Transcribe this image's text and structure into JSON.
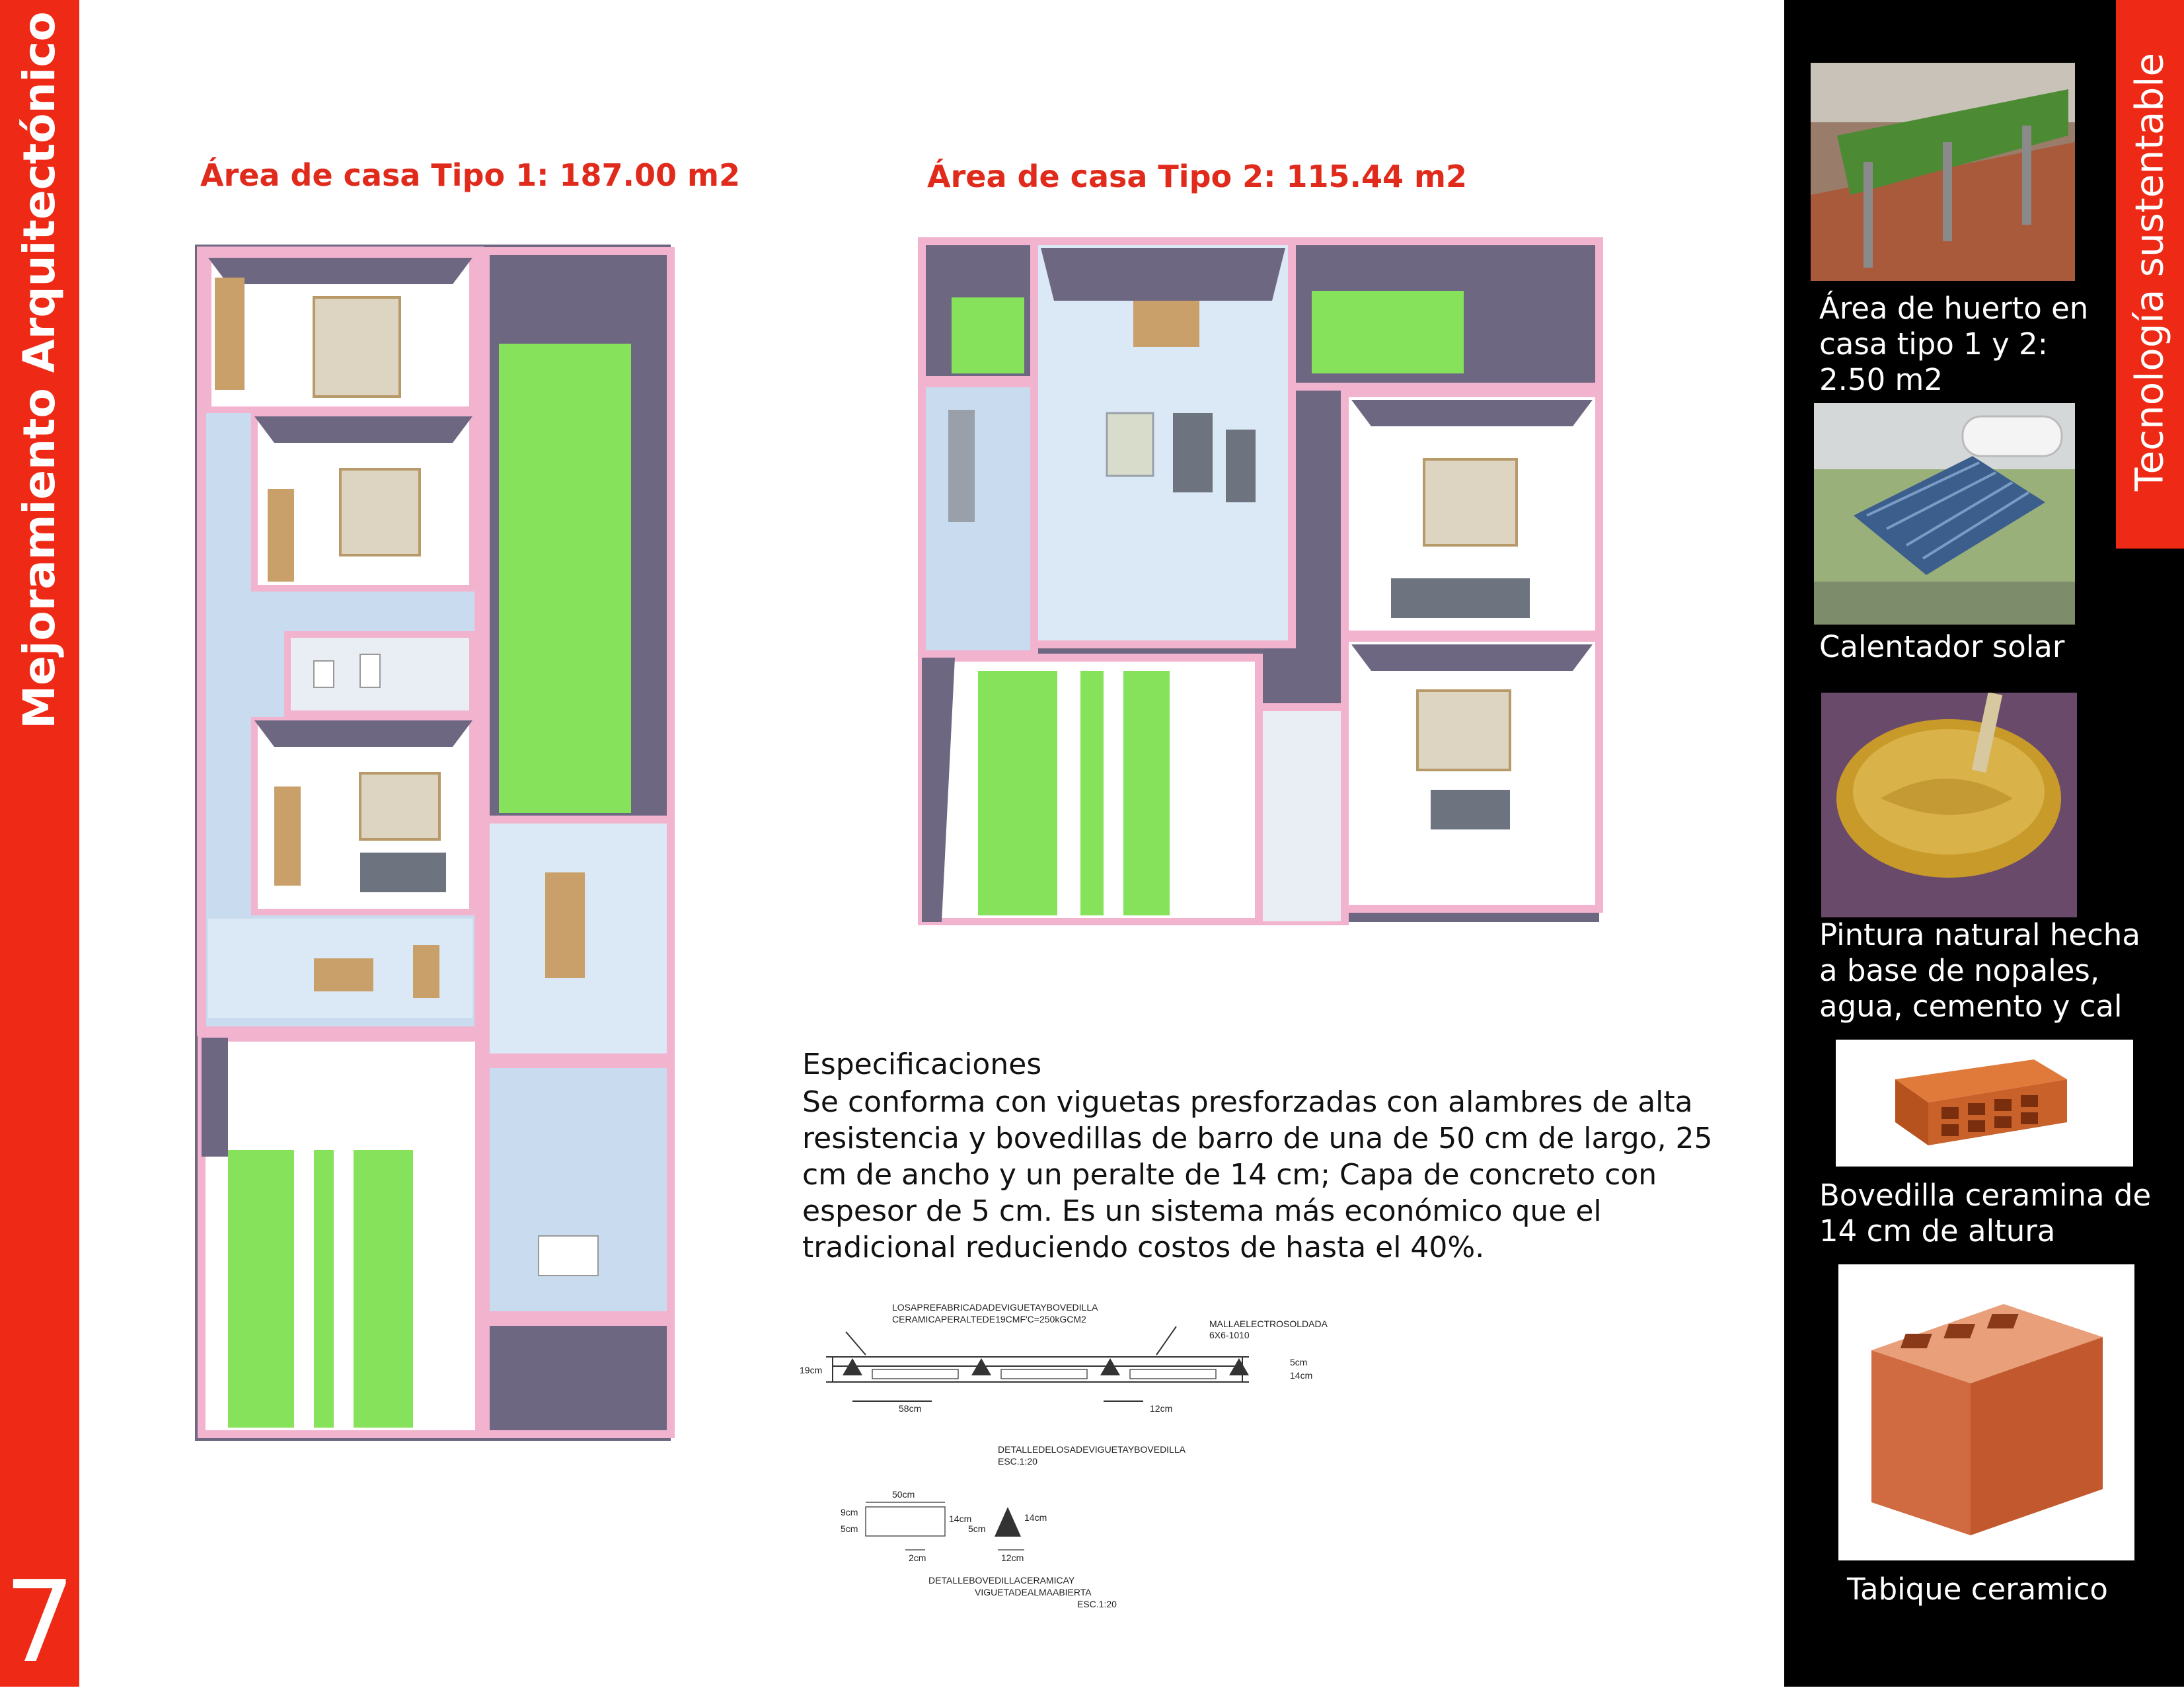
{
  "sidebar": {
    "title": "Mejoramiento Arquitectónico",
    "page_number": "7"
  },
  "house1": {
    "title": "Área de casa Tipo 1: 187.00 m2"
  },
  "house2": {
    "title": "Área de casa Tipo 2: 115.44 m2"
  },
  "specs": {
    "heading": "Especificaciones",
    "lines": [
      "Se conforma con viguetas presforzadas con alambres de alta",
      "resistencia y bovedillas de barro de una de 50 cm de largo, 25",
      "cm de ancho y un peralte de 14 cm; Capa de concreto con",
      "espesor de 5 cm. Es un sistema más económico que el",
      "tradicional reduciendo costos de hasta el 40%."
    ]
  },
  "detail": {
    "label_slab_1": "LOSAPREFABRICADADEVIGUETAYBOVEDILLA",
    "label_slab_2": "CERAMICAPERALTEDE19CMF'C=250kGCM2",
    "label_mesh_1": "MALLAELECTROSOLDADA",
    "label_mesh_2": "6X6-1010",
    "dim_19": "19cm",
    "dim_5": "5cm",
    "dim_14": "14cm",
    "dim_58": "58cm",
    "dim_12": "12cm",
    "caption1_1": "DETALLEDELOSADEVIGUETAYBOVEDILLA",
    "caption1_2": "ESC.1:20",
    "dim_50": "50cm",
    "dim_9": "9cm",
    "dim_5b": "5cm",
    "dim_14b": "14cm",
    "dim_2": "2cm",
    "dim_5c": "5cm",
    "dim_14c": "14cm",
    "dim_12b": "12cm",
    "caption2_1": "DETALLEBOVEDILLACERAMICAY",
    "caption2_2": "VIGUETADEALMAABIERTA",
    "caption2_3": "ESC.1:20"
  },
  "right_panel": {
    "title": "Tecnología sustentable",
    "items": [
      {
        "caption_lines": [
          "Área de huerto en",
          "casa tipo 1 y 2:",
          "2.50 m2"
        ]
      },
      {
        "caption_lines": [
          "Calentador solar"
        ]
      },
      {
        "caption_lines": [
          "Pintura natural hecha",
          "a base de nopales,",
          "agua, cemento y cal"
        ]
      },
      {
        "caption_lines": [
          "Bovedilla ceramina de",
          "14 cm de altura"
        ]
      },
      {
        "caption_lines": [
          "Tabique ceramico"
        ]
      }
    ]
  },
  "colors": {
    "accent": "#ee2a17",
    "title_red": "#e02b1c",
    "wall_pink": "#f2b3cf",
    "grass": "#86e25a",
    "floor": "#c9dcef"
  }
}
